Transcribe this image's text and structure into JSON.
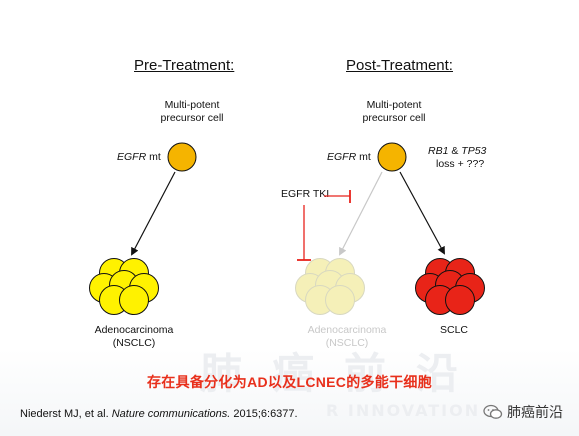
{
  "headings": {
    "pre": "Pre-Treatment:",
    "post": "Post-Treatment:"
  },
  "cells": {
    "precursor_pre": "Multi-potent\nprecursor cell",
    "precursor_post": "Multi-potent\nprecursor cell",
    "egfr_gene": "EGFR",
    "egfr_suffix": " mt",
    "egfr_gene_post": "EGFR",
    "egfr_suffix_post": " mt",
    "rb1_gene": "RB1",
    "amp": " & ",
    "tp53_gene": "TP53",
    "loss": "loss + ???",
    "tki": "EGFR TKI"
  },
  "outcomes": {
    "adeno_pre": "Adenocarcinoma\n(NSCLC)",
    "adeno_post": "Adenocarcinoma\n(NSCLC)",
    "sclc": "SCLC"
  },
  "colors": {
    "precursor": "#f5b400",
    "adeno": "#fff200",
    "adeno_faded": "#f5f0b8",
    "sclc": "#e82418",
    "inhibit": "#e8231c",
    "caption": "#e8301c"
  },
  "caption": "存在具备分化为AD以及LCNEC的多能干细胞",
  "citation": {
    "authors": "Niederst MJ, et al. ",
    "journal": "Nature communications.",
    "details": " 2015;6:6377."
  },
  "watermark": {
    "big": "肺癌前沿",
    "small": "R INNOVATION"
  },
  "brand": {
    "name": "肺癌前沿",
    "icon": "wechat-icon"
  }
}
